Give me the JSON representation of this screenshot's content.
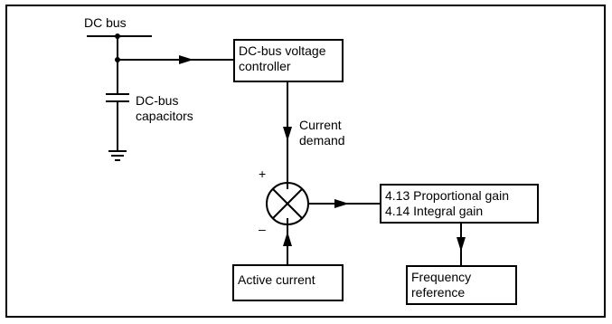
{
  "labels": {
    "dc_bus": "DC bus",
    "dc_bus_capacitors": "DC-bus\ncapacitors",
    "current_demand": "Current\ndemand",
    "plus": "+",
    "minus": "–"
  },
  "boxes": {
    "voltage_controller": "DC-bus voltage\ncontroller",
    "gains": "4.13 Proportional gain\n4.14 Integral gain",
    "active_current": "Active current",
    "frequency_reference": "Frequency\nreference"
  }
}
